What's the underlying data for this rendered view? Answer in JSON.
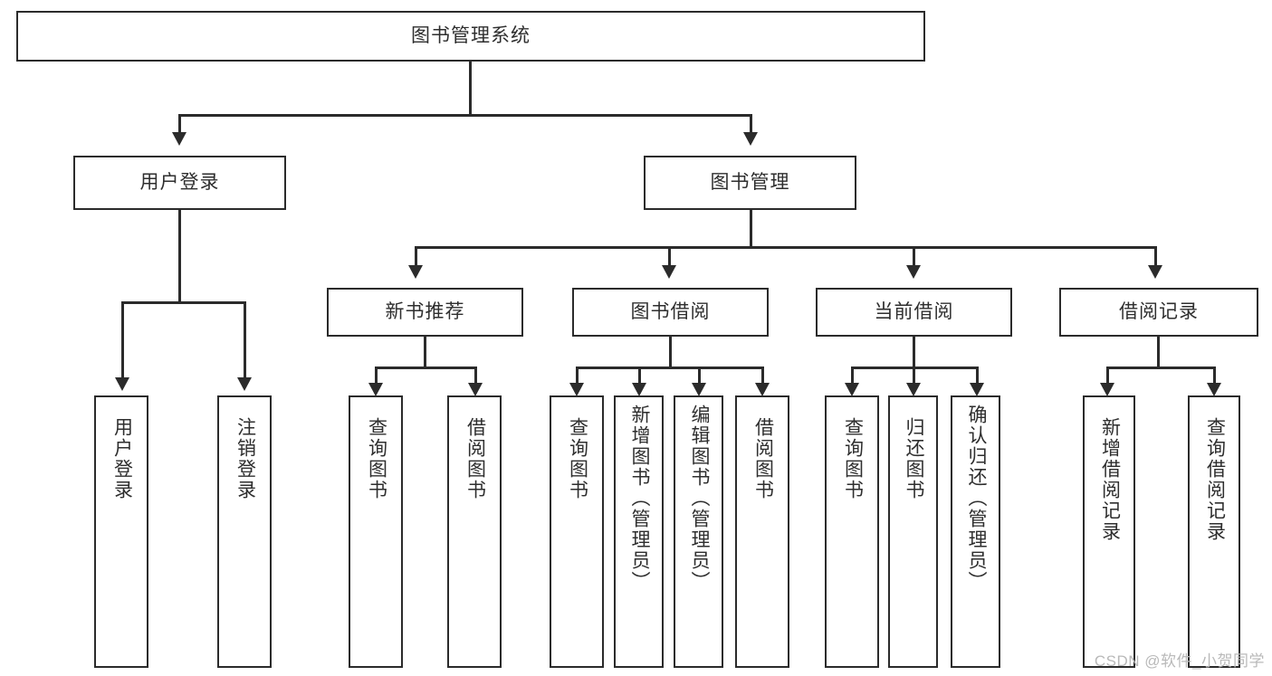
{
  "diagram": {
    "title_node": {
      "label": "图书管理系统"
    },
    "level2": [
      {
        "id": "user-login",
        "label": "用户登录"
      },
      {
        "id": "book-management",
        "label": "图书管理"
      }
    ],
    "level3": [
      {
        "id": "new-book-recommend",
        "label": "新书推荐"
      },
      {
        "id": "book-borrow",
        "label": "图书借阅"
      },
      {
        "id": "current-borrow",
        "label": "当前借阅"
      },
      {
        "id": "borrow-record",
        "label": "借阅记录"
      }
    ],
    "leaves": {
      "user_login": [
        {
          "id": "leaf-user-login",
          "label": "用户登录"
        },
        {
          "id": "leaf-logout-login",
          "label": "注销登录"
        }
      ],
      "new_book_recommend": [
        {
          "id": "leaf-query-book-1",
          "label": "查询图书"
        },
        {
          "id": "leaf-borrow-book-1",
          "label": "借阅图书"
        }
      ],
      "book_borrow": [
        {
          "id": "leaf-query-book-2",
          "label": "查询图书"
        },
        {
          "id": "leaf-add-book-admin",
          "label": "新增图书（管理员）"
        },
        {
          "id": "leaf-edit-book-admin",
          "label": "编辑图书（管理员）"
        },
        {
          "id": "leaf-borrow-book-2",
          "label": "借阅图书"
        }
      ],
      "current_borrow": [
        {
          "id": "leaf-query-book-3",
          "label": "查询图书"
        },
        {
          "id": "leaf-return-book",
          "label": "归还图书"
        },
        {
          "id": "leaf-confirm-return-admin",
          "label": "确认归还（管理员）"
        }
      ],
      "borrow_record": [
        {
          "id": "leaf-add-borrow-record",
          "label": "新增借阅记录"
        },
        {
          "id": "leaf-query-borrow-record",
          "label": "查询借阅记录"
        }
      ]
    }
  },
  "watermark": {
    "text": "CSDN @软件_小贺同学"
  },
  "colors": {
    "stroke": "#2b2b2b",
    "background": "#ffffff",
    "text": "#2e2e2e",
    "watermark": "#b9b9b9"
  }
}
